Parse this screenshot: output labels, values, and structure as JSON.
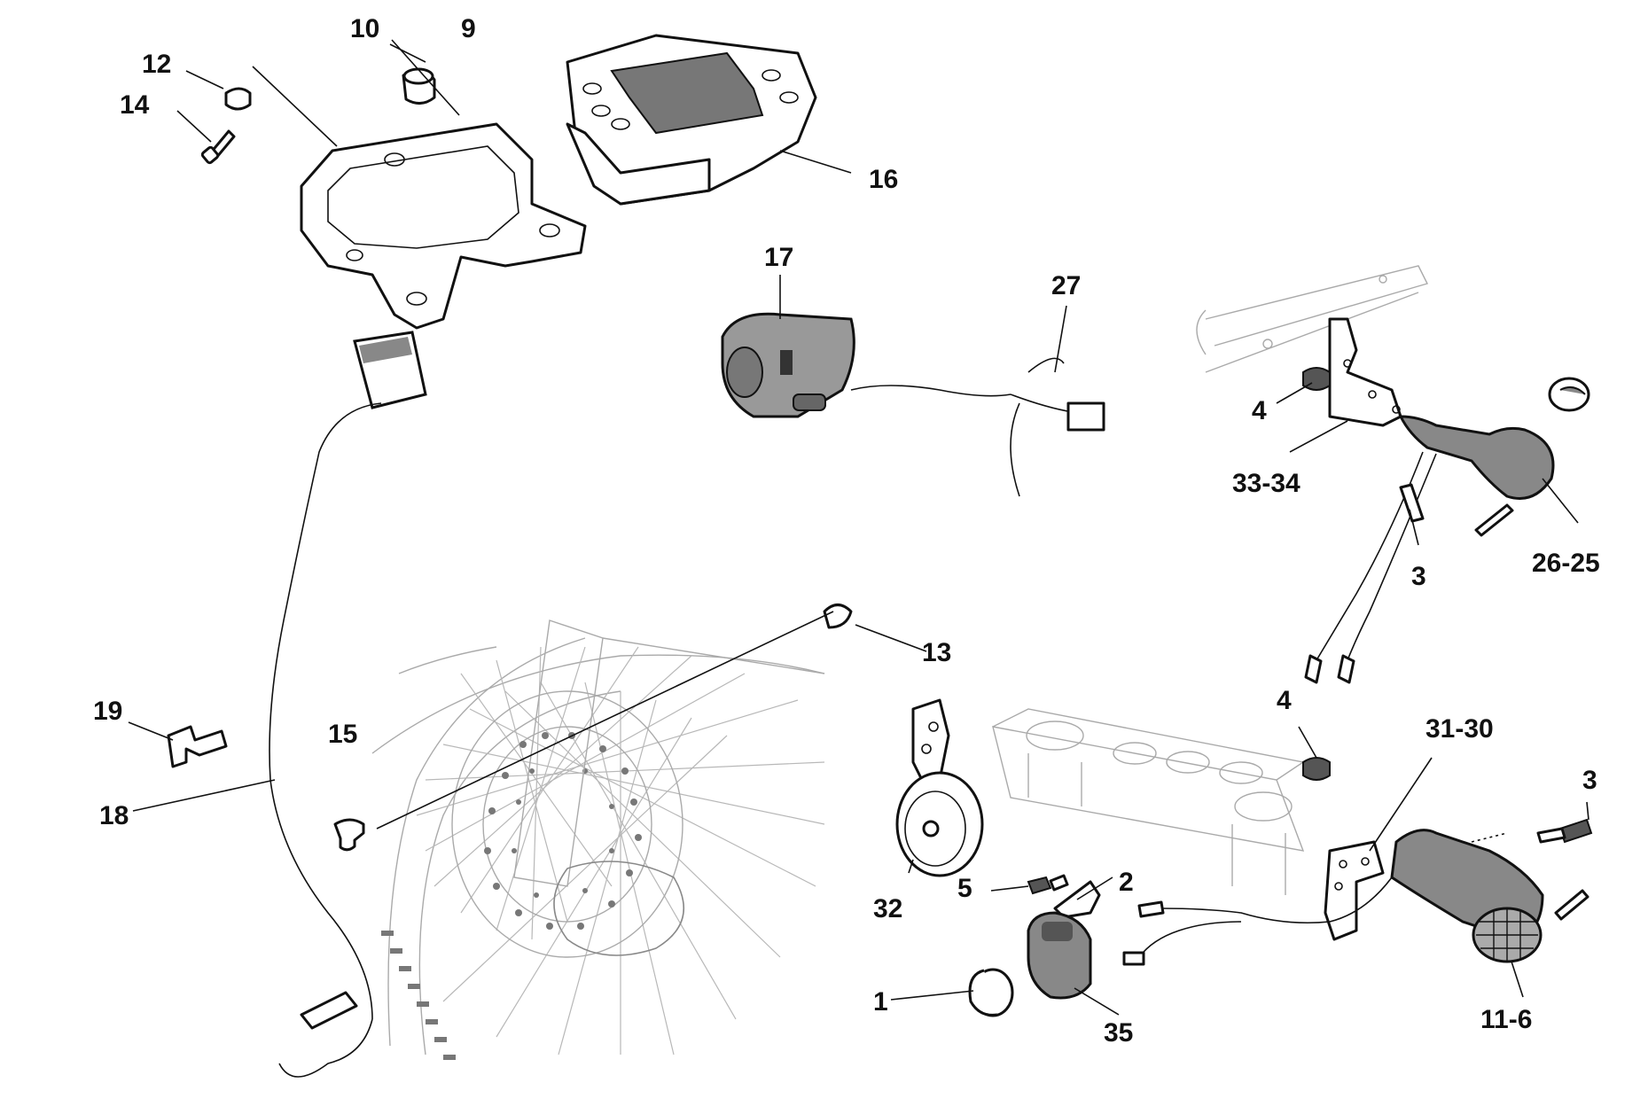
{
  "diagram": {
    "callouts": {
      "c1": "1",
      "c2": "2",
      "c3a": "3",
      "c3b": "3",
      "c4a": "4",
      "c4b": "4",
      "c5": "5",
      "c9": "9",
      "c10": "10",
      "c11_6": "11-6",
      "c12": "12",
      "c13": "13",
      "c14": "14",
      "c15": "15",
      "c16": "16",
      "c17": "17",
      "c18": "18",
      "c19": "19",
      "c26_25": "26-25",
      "c27": "27",
      "c31_30": "31-30",
      "c32": "32",
      "c33_34": "33-34",
      "c35": "35"
    },
    "colors": {
      "ink": "#111111",
      "ghost": "#aaaaaa",
      "fill": "#555555"
    }
  }
}
